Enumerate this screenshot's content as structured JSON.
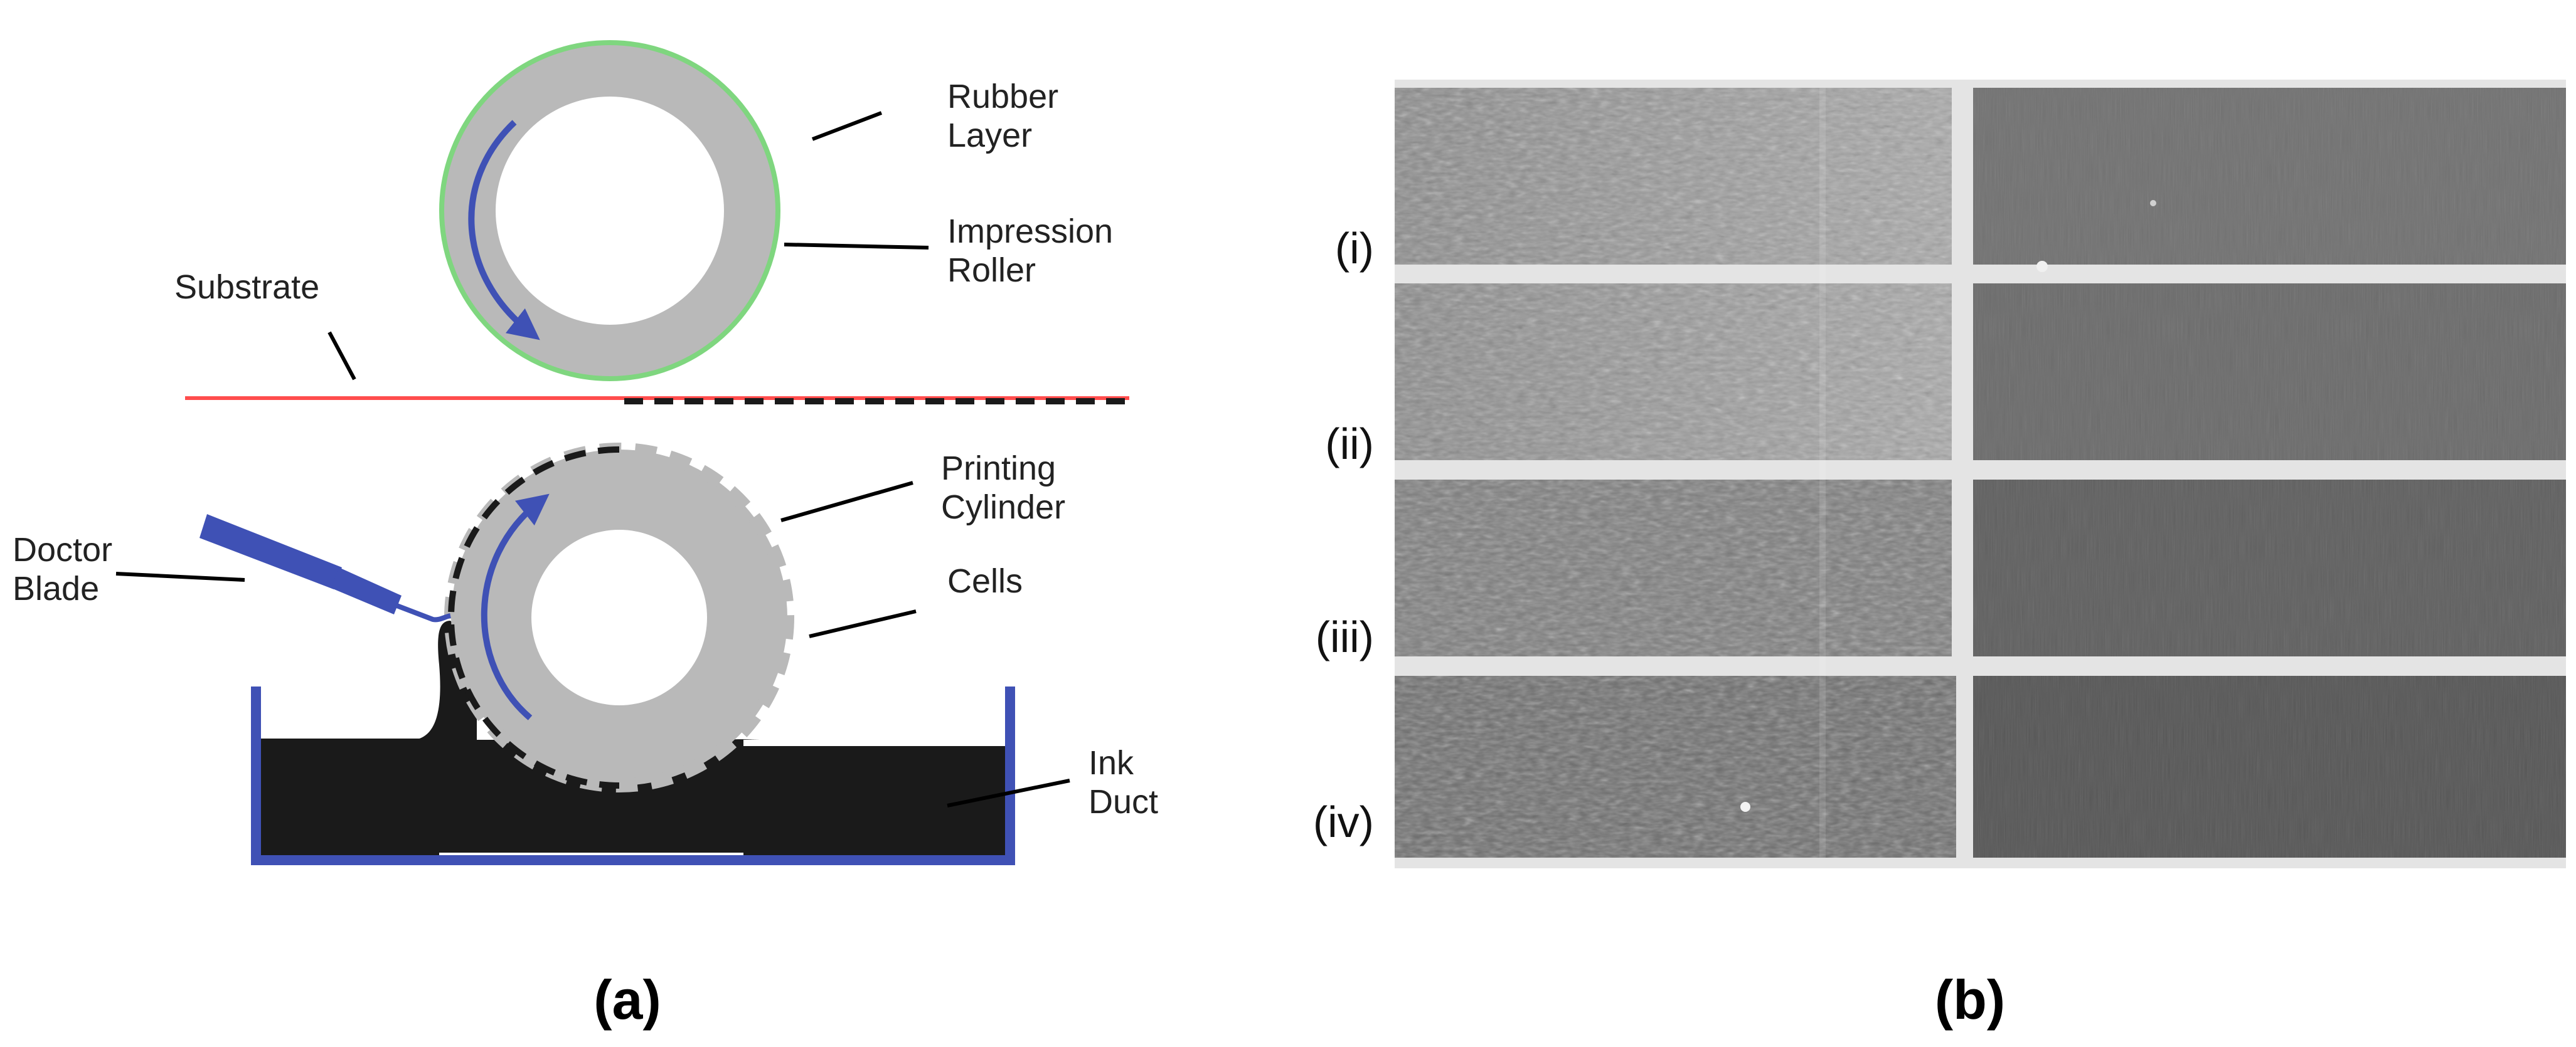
{
  "panel_a": {
    "caption": "(a)",
    "labels": {
      "rubber_layer": [
        "Rubber",
        "Layer"
      ],
      "impression_roller": [
        "Impression",
        "Roller"
      ],
      "substrate": "Substrate",
      "printing_cylinder": [
        "Printing",
        "Cylinder"
      ],
      "cells": "Cells",
      "doctor_blade": [
        "Doctor",
        "Blade"
      ],
      "ink_duct": [
        "Ink",
        "Duct"
      ]
    },
    "colors": {
      "roller_fill": "#b9b9b9",
      "rubber_layer": "#7fd67f",
      "substrate": "#ff4d4d",
      "arrow": "#3f51b5",
      "blade": "#3f51b5",
      "duct": "#3f51b5",
      "ink": "#1a1a1a"
    }
  },
  "panel_b": {
    "caption": "(b)",
    "rows": [
      "(i)",
      "(ii)",
      "(iii)",
      "(iv)"
    ]
  }
}
